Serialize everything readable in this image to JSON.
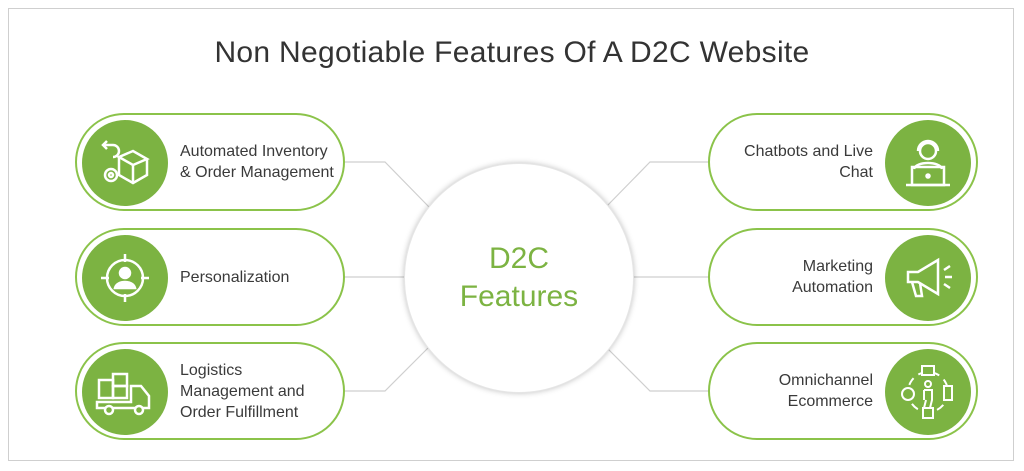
{
  "title": "Non Negotiable Features Of A D2C Website",
  "center": {
    "line1": "D2C",
    "line2": "Features"
  },
  "accent": "#7cb342",
  "left": [
    {
      "label": "Automated Inventory & Order Management",
      "icon": "inventory-box-gear-icon"
    },
    {
      "label": "Personalization",
      "icon": "user-target-icon"
    },
    {
      "label": "Logistics Management and Order Fulfillment",
      "icon": "delivery-truck-icon"
    }
  ],
  "right": [
    {
      "label": "Chatbots and Live Chat",
      "icon": "support-agent-laptop-icon"
    },
    {
      "label": "Marketing Automation",
      "icon": "megaphone-icon"
    },
    {
      "label": "Omnichannel Ecommerce",
      "icon": "omnichannel-icon"
    }
  ]
}
